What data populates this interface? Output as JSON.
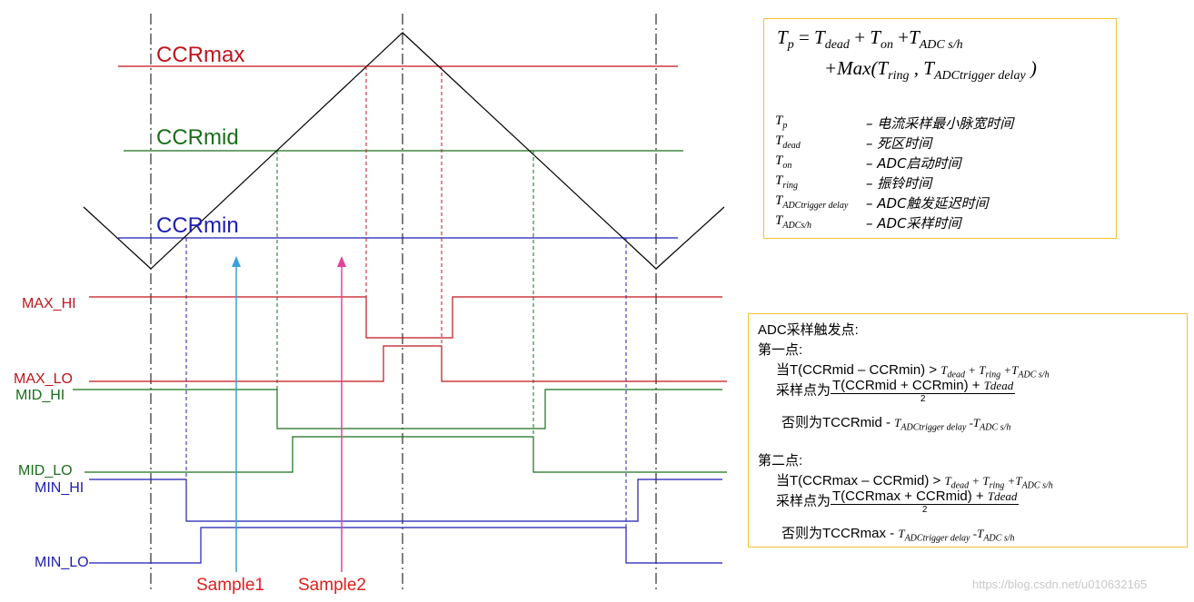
{
  "diagram": {
    "level_labels": {
      "ccr_max": "CCRmax",
      "ccr_mid": "CCRmid",
      "ccr_min": "CCRmin"
    },
    "signal_labels": {
      "max_hi": "MAX_HI",
      "max_lo": "MAX_LO",
      "mid_hi": "MID_HI",
      "mid_lo": "MID_LO",
      "min_hi": "MIN_HI",
      "min_lo": "MIN_LO"
    },
    "sample_labels": {
      "sample1": "Sample1",
      "sample2": "Sample2"
    },
    "colors": {
      "max": "#c0141c",
      "mid": "#1a6e1a",
      "min": "#1c1cb4",
      "sample1_arrow": "#3aa0dc",
      "sample2_arrow": "#e8409c",
      "sample_text": "#e0201c",
      "carrier": "#000000",
      "box_border": "#f2c230"
    }
  },
  "formula_box": {
    "eq_line1": {
      "T": "T",
      "p": "p",
      "eq": " = ",
      "T2": "T",
      "dead": "dead",
      "plus1": " + ",
      "T3": "T",
      "on": "on",
      "plus2": " +",
      "T4": "T",
      "adc_sh": "ADC s/h"
    },
    "eq_line2": {
      "prefix": "+Max(",
      "T": "T",
      "ring": "ring",
      "comma": " ,  ",
      "T2": "T",
      "trig": "ADCtrigger delay",
      "close": " )"
    },
    "definitions": [
      {
        "sym": "T",
        "sub": "p",
        "desc": "–  电流采样最小脉宽时间"
      },
      {
        "sym": "T",
        "sub": "dead",
        "desc": "–  死区时间"
      },
      {
        "sym": "T",
        "sub": "on",
        "desc": "–  ADC启动时间"
      },
      {
        "sym": "T",
        "sub": "ring",
        "desc": "–  振铃时间"
      },
      {
        "sym": "T",
        "sub": "ADCtrigger delay",
        "desc": "–  ADC触发延迟时间"
      },
      {
        "sym": "T",
        "sub": "ADCs/h",
        "desc": "–  ADC采样时间"
      }
    ]
  },
  "trigger_box": {
    "title": "ADC采样触发点:",
    "first": {
      "heading": "第一点:",
      "cond": "当T(CCRmid – CCRmin)  >",
      "t_dead": "dead",
      "t_ring": "ring",
      "t_adc": "ADC s/h",
      "sample_prefix": "采样点为",
      "numerator": "T(CCRmid + CCRmin) + ",
      "num_tail": "Tdead",
      "denominator": "2",
      "else_prefix": "否则为TCCRmid - ",
      "else_trig": "ADCtrigger delay",
      "else_adc": "ADC s/h"
    },
    "second": {
      "heading": "第二点:",
      "cond": "当T(CCRmax – CCRmid)  >",
      "t_dead": "dead",
      "t_ring": "ring",
      "t_adc": "ADC s/h",
      "sample_prefix": "采样点为",
      "numerator": "T(CCRmax + CCRmid) + ",
      "num_tail": "Tdead",
      "denominator": "2",
      "else_prefix": "否则为TCCRmax - ",
      "else_trig": "ADCtrigger delay",
      "else_adc": "ADC s/h"
    }
  },
  "watermark": "https://blog.csdn.net/u010632165"
}
